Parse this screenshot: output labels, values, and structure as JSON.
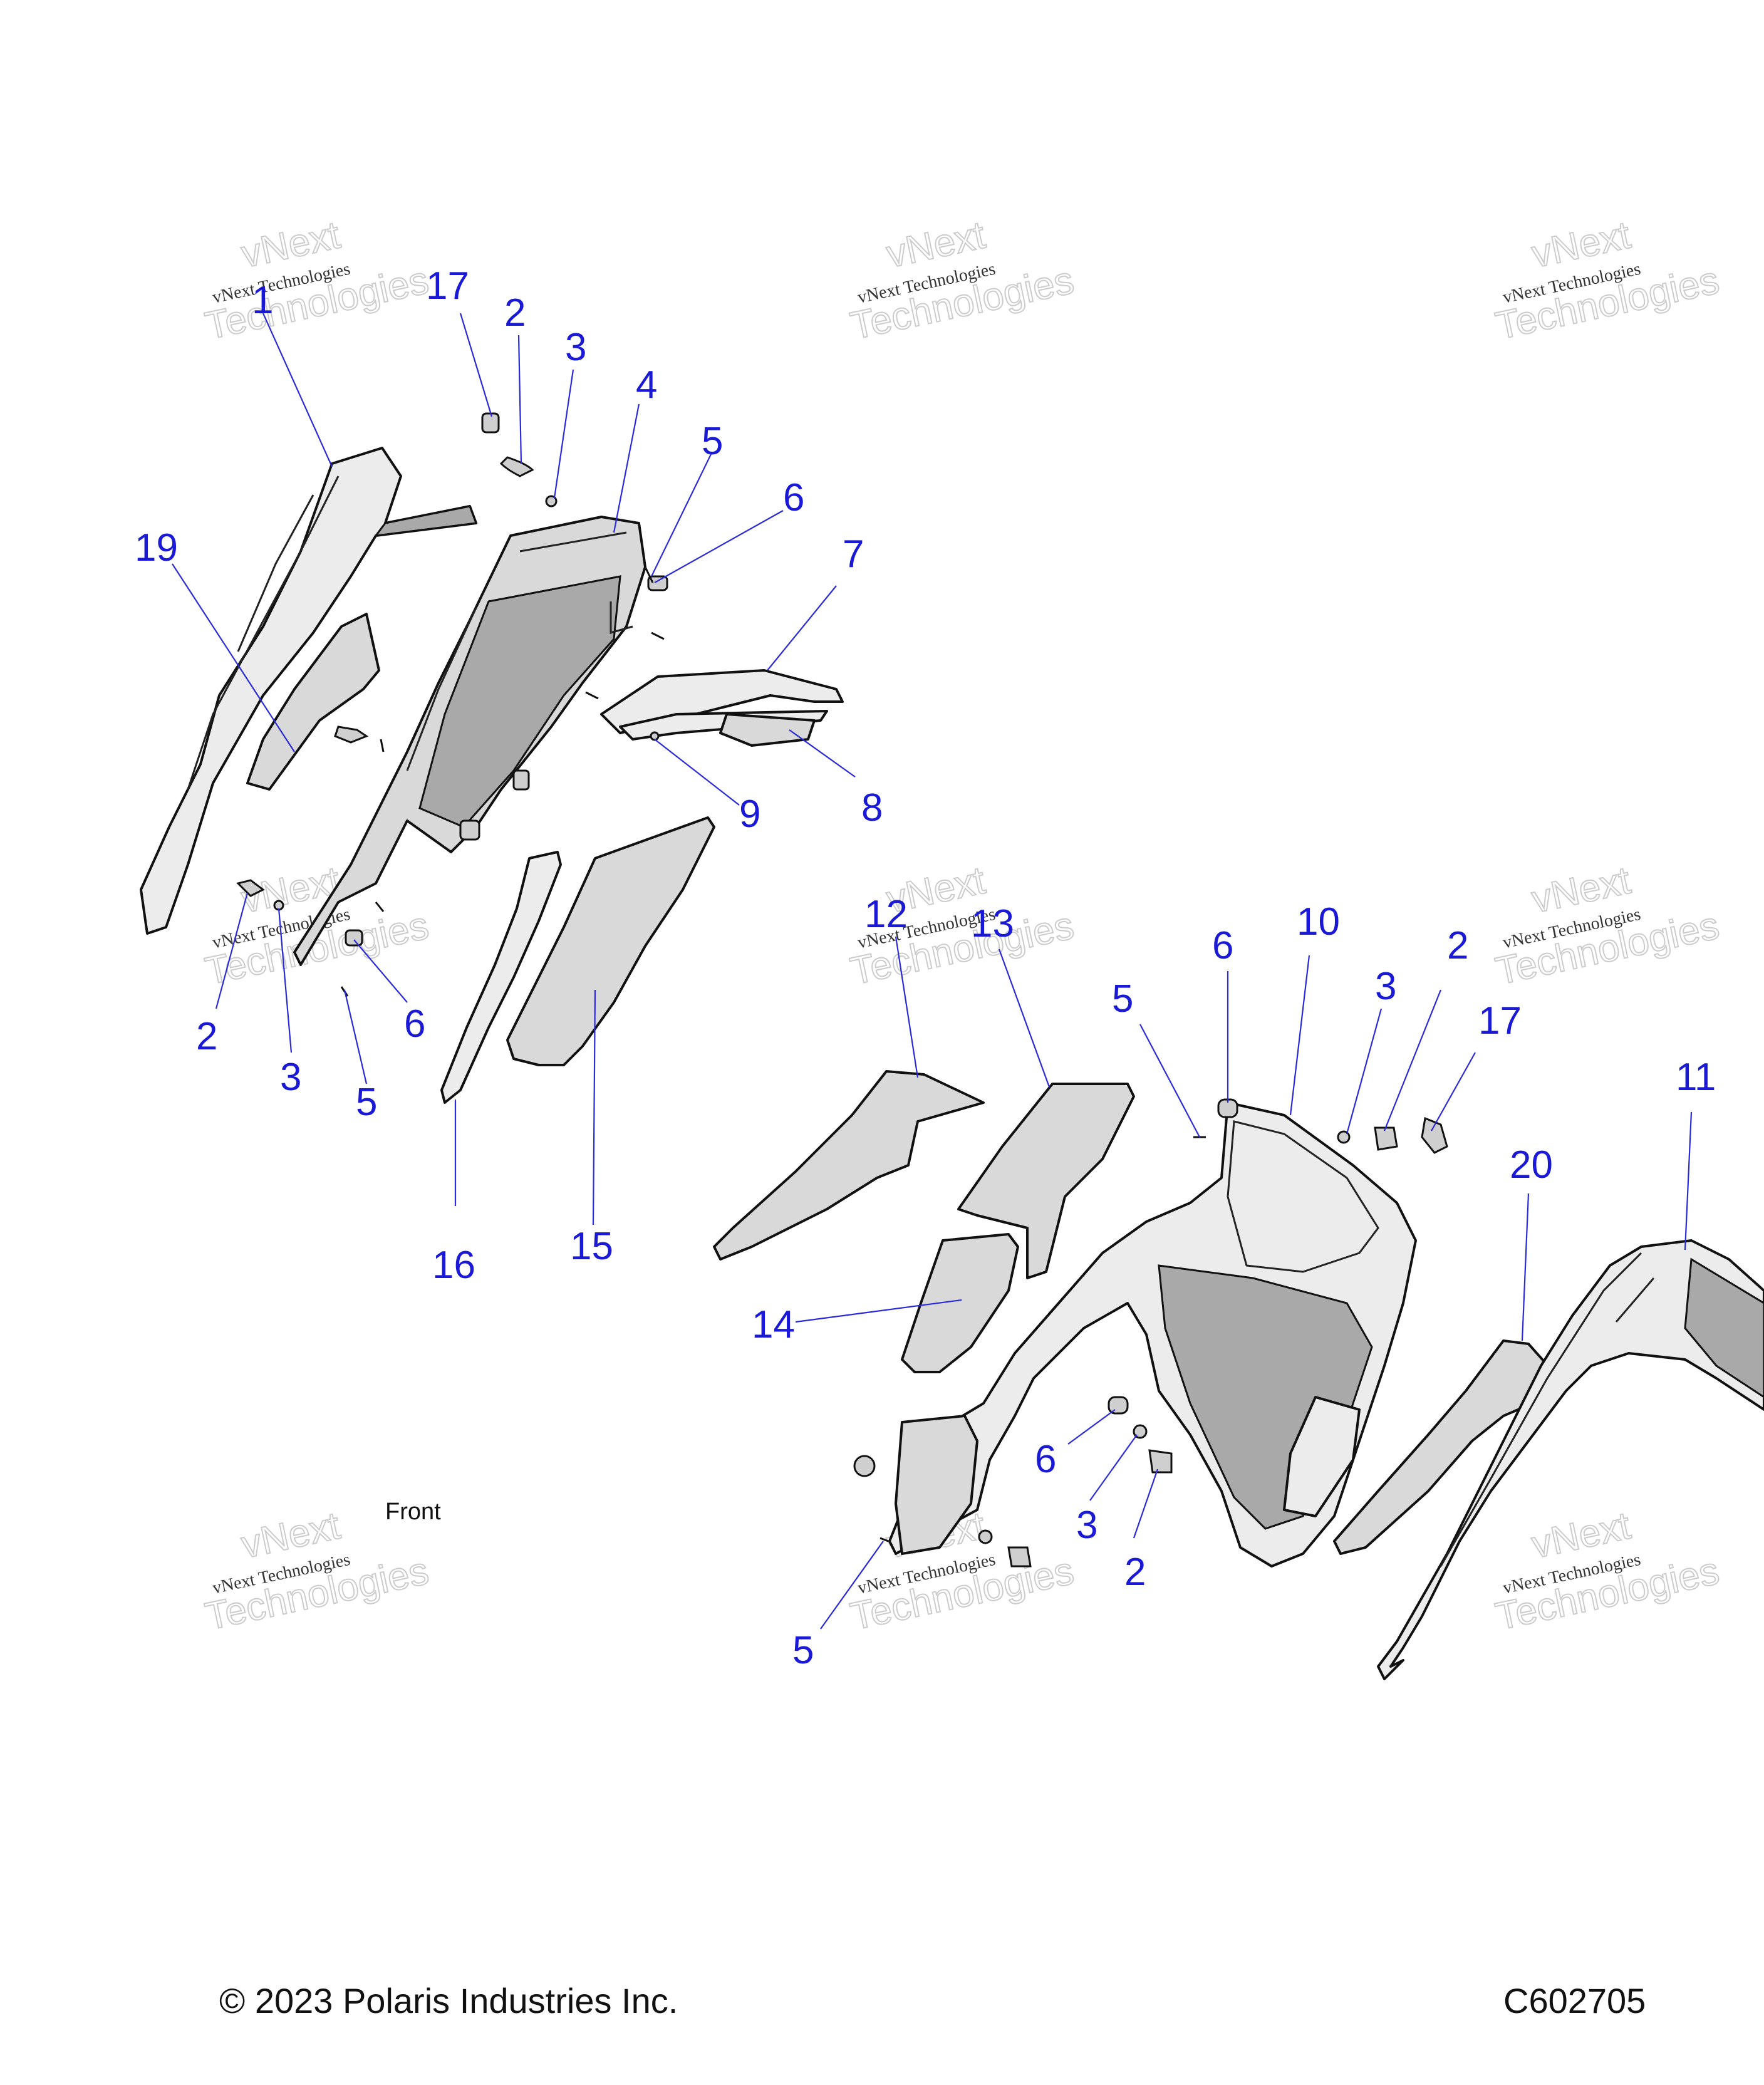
{
  "front_label": "Front",
  "copyright": "© 2023 Polaris Industries Inc.",
  "diagram_code": "C602705",
  "watermarks": [
    {
      "line1": "vNext",
      "line2": "vNext Technologies",
      "line3": "Technologies"
    },
    {
      "line1": "vNext",
      "line2": "vNext Technologies",
      "line3": "Technologies"
    },
    {
      "line1": "vNext",
      "line2": "vNext Technologies",
      "line3": "Technologies"
    },
    {
      "line1": "vNext",
      "line2": "vNext Technologies",
      "line3": "Technologies"
    },
    {
      "line1": "vNext",
      "line2": "vNext Technologies",
      "line3": "Technologies"
    },
    {
      "line1": "vNext",
      "line2": "vNext Technologies",
      "line3": "Technologies"
    },
    {
      "line1": "vNext",
      "line2": "vNext Technologies",
      "line3": "Technologies"
    },
    {
      "line1": "vNext",
      "line2": "vNext Technologies",
      "line3": "Technologies"
    },
    {
      "line1": "vNext",
      "line2": "vNext Technologies",
      "line3": "Technologies"
    }
  ],
  "callouts": [
    "1",
    "17",
    "2",
    "3",
    "4",
    "5",
    "6",
    "7",
    "19",
    "9",
    "8",
    "2",
    "3",
    "6",
    "5",
    "16",
    "15",
    "12",
    "13",
    "6",
    "10",
    "2",
    "3",
    "17",
    "5",
    "11",
    "20",
    "14",
    "6",
    "3",
    "2",
    "5"
  ]
}
